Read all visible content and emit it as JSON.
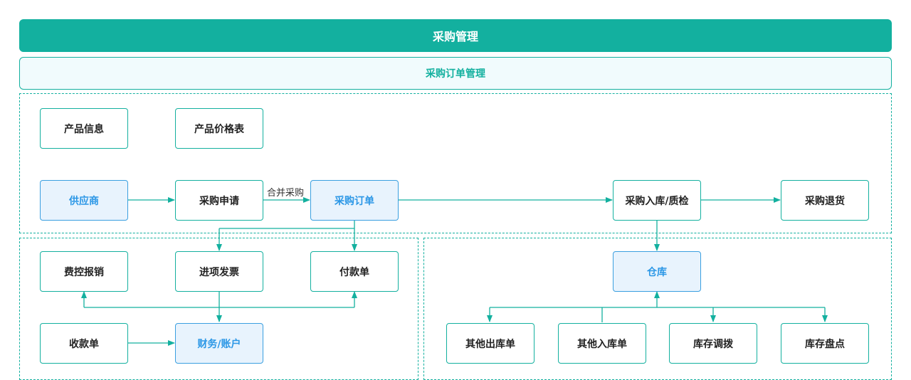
{
  "title": "采购管理",
  "subtitle": "采购订单管理",
  "nodes": {
    "product_info": "产品信息",
    "product_price": "产品价格表",
    "supplier": "供应商",
    "purchase_request": "采购申请",
    "purchase_order": "采购订单",
    "purchase_inbound": "采购入库/质检",
    "purchase_return": "采购退货",
    "expense_control": "费控报销",
    "input_invoice": "进项发票",
    "payment_slip": "付款单",
    "receipt_slip": "收款单",
    "finance_account": "财务/账户",
    "warehouse": "仓库",
    "other_outbound": "其他出库单",
    "other_inbound": "其他入库单",
    "stock_transfer": "库存调拨",
    "stock_count": "库存盘点"
  },
  "edge_labels": {
    "merge_purchase": "合并采购"
  },
  "colors": {
    "accent": "#13b09f",
    "highlight_text": "#2b97e6",
    "highlight_fill": "#e8f3fd"
  }
}
